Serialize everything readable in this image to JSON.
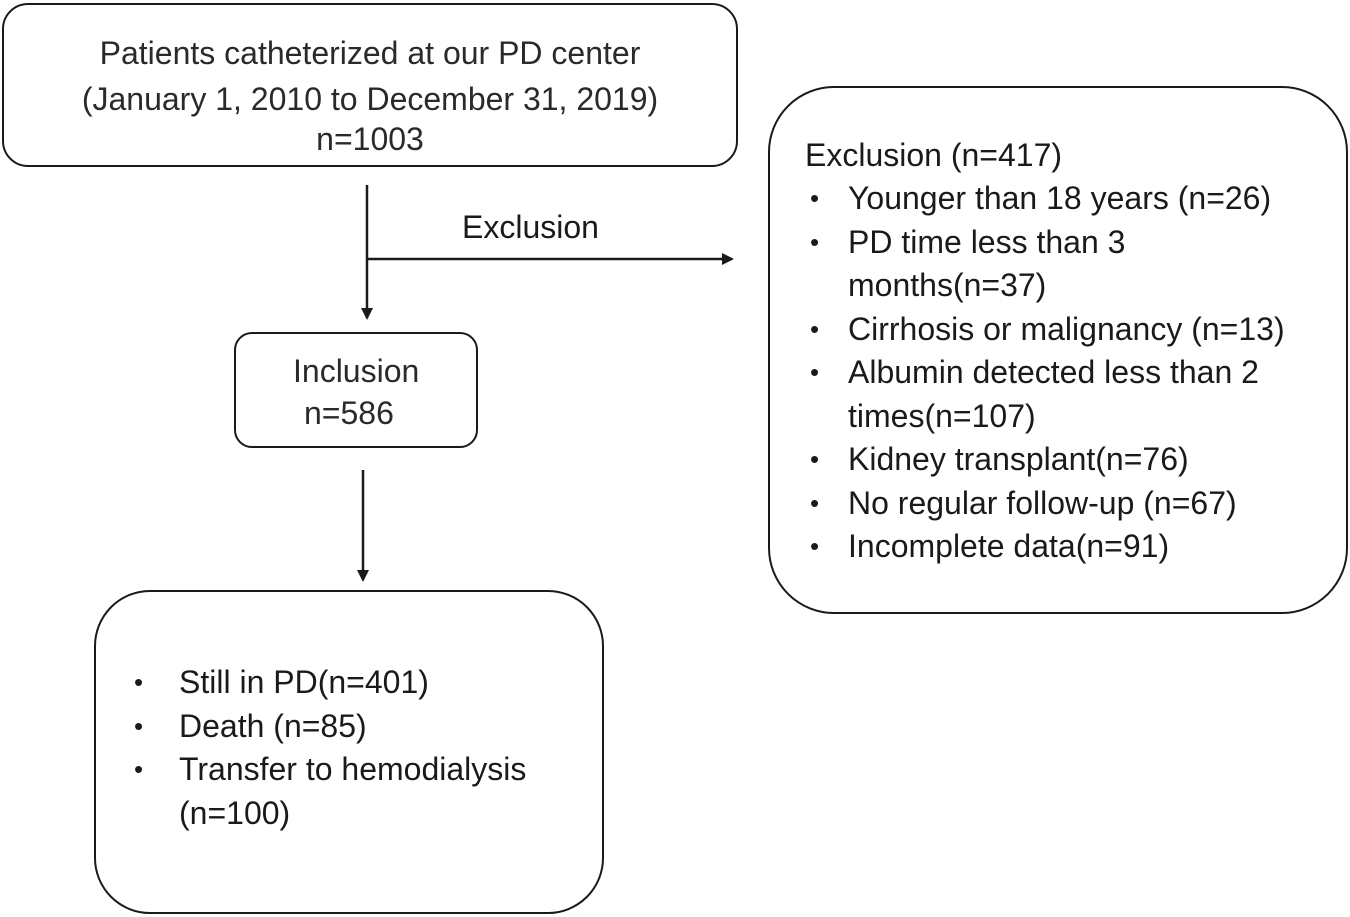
{
  "top_box": {
    "line1": "Patients catheterized at our PD center",
    "line2": "(January 1, 2010 to December 31, 2019)",
    "line3": "n=1003"
  },
  "exclusion_arrow_label": "Exclusion",
  "inclusion_box": {
    "title": "Inclusion",
    "count": "n=586"
  },
  "exclusion_box": {
    "title": "Exclusion  (n=417)",
    "bullet_glyph": "•",
    "items": [
      {
        "lines": [
          "Younger than 18 years (n=26)"
        ]
      },
      {
        "lines": [
          "PD time less than 3",
          "months(n=37)"
        ]
      },
      {
        "lines": [
          "Cirrhosis or malignancy (n=13)"
        ]
      },
      {
        "lines": [
          "Albumin detected less than 2",
          "times(n=107)"
        ]
      },
      {
        "lines": [
          "Kidney transplant(n=76)"
        ]
      },
      {
        "lines": [
          "No regular follow-up  (n=67)"
        ]
      },
      {
        "lines": [
          "Incomplete data(n=91)"
        ]
      }
    ]
  },
  "outcome_box": {
    "bullet_glyph": "•",
    "items": [
      {
        "lines": [
          "Still in PD(n=401)"
        ]
      },
      {
        "lines": [
          "Death (n=85)"
        ]
      },
      {
        "lines": [
          "Transfer to hemodialysis",
          " (n=100)"
        ]
      }
    ]
  },
  "colors": {
    "line": "#1a1a1a",
    "text": "#1a1a1a",
    "background": "#ffffff"
  }
}
